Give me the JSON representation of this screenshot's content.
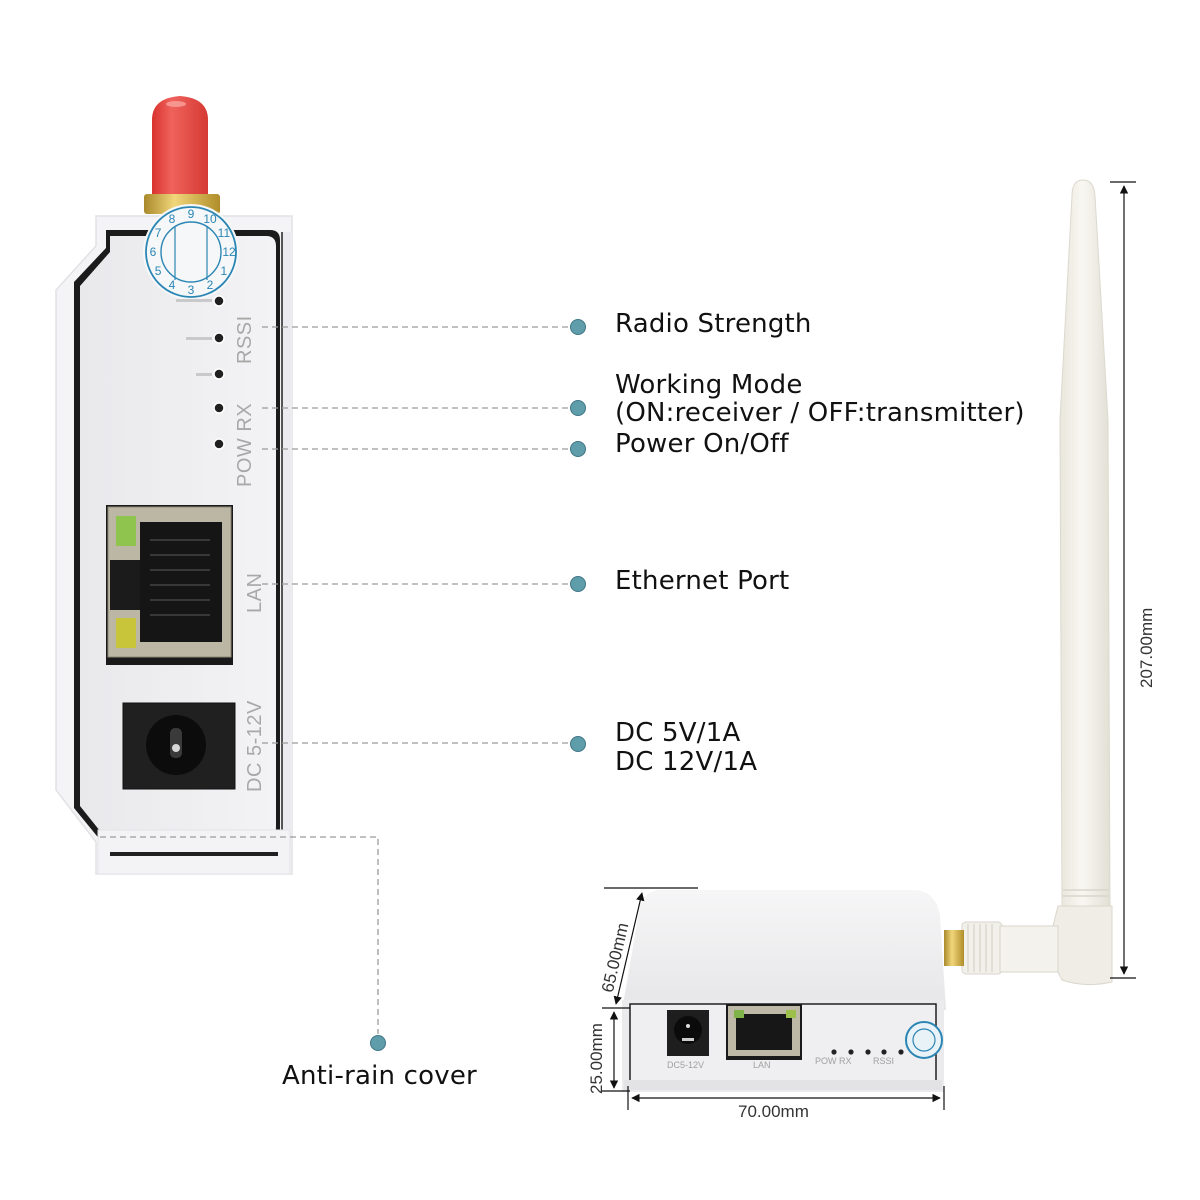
{
  "callouts": {
    "radio_strength": "Radio Strength",
    "working_mode_line1": "Working Mode",
    "working_mode_line2": "(ON:receiver / OFF:transmitter)",
    "power": "Power On/Off",
    "ethernet": "Ethernet Port",
    "dc_line1": "DC 5V/1A",
    "dc_line2": "DC 12V/1A",
    "anti_rain": "Anti-rain cover"
  },
  "device_labels": {
    "rssi": "RSSI",
    "rx": "RX",
    "pow": "POW",
    "pow_rx": "POW RX",
    "lan": "LAN",
    "dc": "DC 5-12V",
    "dc_small": "DC5-12V"
  },
  "dimensions": {
    "antenna_height": "207.00mm",
    "depth": "65.00mm",
    "height": "25.00mm",
    "width": "70.00mm"
  },
  "colors": {
    "callout_dot": "#5f9dab",
    "antenna_cap": "#e8453f",
    "connector_gold": "#d4aa3a",
    "device_body": "#f2f2f4"
  },
  "seal_sticker": {
    "numbers": [
      "7",
      "8",
      "9",
      "10",
      "11",
      "12",
      "1",
      "2",
      "3",
      "4",
      "5",
      "6"
    ]
  }
}
